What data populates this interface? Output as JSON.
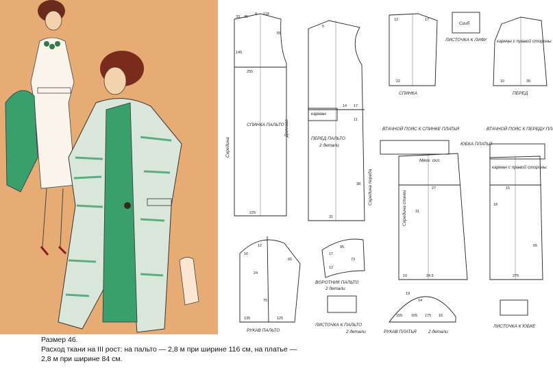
{
  "caption": {
    "line1": "Размер 46.",
    "line2": "Расход ткани на III рост: на пальто — 2,8 м при ширине 116 см, на платье —",
    "line3": "2,8 м при ширине 84 см."
  },
  "labels": {
    "back_coat": "СПИНКА ПАЛЬТО",
    "front_coat": "ПЕРЕД ПАЛЬТО",
    "front_coat_count": "2 детали",
    "pocket": "карман",
    "back_center": "Середина",
    "back_fold": "Долевая",
    "front_mid": "Середина переда",
    "sleeve_coat": "РУКАВ ПАЛЬТО",
    "collar_coat": "ВОРОТНИК ПАЛЬТО",
    "collar_coat_count": "2 детали",
    "facing_coat": "ЛИСТОЧКА К ПАЛЬТО",
    "facing_coat_count": "2 детали",
    "bodice_back": "СПИНКА",
    "bodice_front": "ПЕРЕД",
    "facing_bodice": "ЛИСТОЧКА К ЛИФУ",
    "fold_seam": "Сгиб",
    "belt_back": "ВТАЧНОЙ ПОЯС К СПИНКЕ ПЛАТЬЯ",
    "belt_front": "ВТАЧНОЙ ПОЯС К ПЕРЕДУ ПЛАТЬЯ",
    "skirt": "ЮБКА ПЛАТЬЯ",
    "soft_fold": "Мягк. скл.",
    "skirt_pocket": "карман с правой стороны",
    "skirt_mid": "Середина спинки",
    "sleeve_dress": "РУКАВ ПЛАТЬЯ",
    "sleeve_dress_count": "2 детали",
    "facing_skirt": "ЛИСТОЧКА К ЮБКЕ",
    "pocket_front": "карман с правой стороны"
  },
  "numbers": {
    "back": [
      "33",
      "35",
      "8",
      "118",
      "145",
      "255",
      "225",
      "55"
    ],
    "front": [
      "14",
      "31",
      "17",
      "11",
      "5",
      "38"
    ],
    "sleeve": [
      "16",
      "12",
      "24",
      "65",
      "135",
      "125",
      "75"
    ],
    "collar": [
      "17",
      "95",
      "12",
      "73"
    ],
    "skirt": [
      "27",
      "31",
      "24.5",
      "15",
      "10",
      "275",
      "18",
      "65"
    ],
    "bodice": [
      "12",
      "17",
      "22",
      "10",
      "35"
    ],
    "sleeve_dress": [
      "155",
      "165",
      "175",
      "16",
      "14",
      "19"
    ]
  },
  "colors": {
    "background": "#ffffff",
    "illustration_bg": "#e2a46a",
    "coat_green": "#3aa06b",
    "line": "#222222"
  }
}
